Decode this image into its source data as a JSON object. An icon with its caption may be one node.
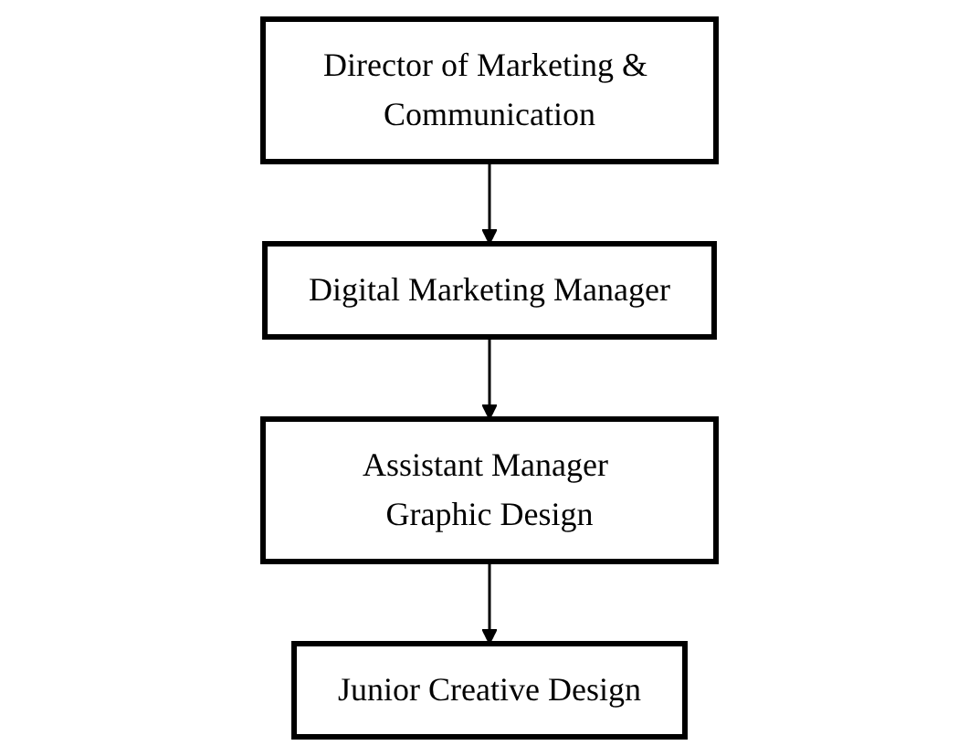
{
  "diagram": {
    "nodes": [
      {
        "text": [
          "Director of Marketing & Communication"
        ]
      },
      {
        "text": [
          "Digital Marketing Manager"
        ]
      },
      {
        "text": [
          "Assistant Manager Graphic Design"
        ]
      },
      {
        "text": [
          "Junior Creative Design"
        ]
      }
    ],
    "edges": [
      {
        "from": 0,
        "to": 1,
        "arrow": "to"
      },
      {
        "from": 1,
        "to": 2,
        "arrow": "to"
      },
      {
        "from": 2,
        "to": 3,
        "arrow": "to"
      }
    ]
  }
}
